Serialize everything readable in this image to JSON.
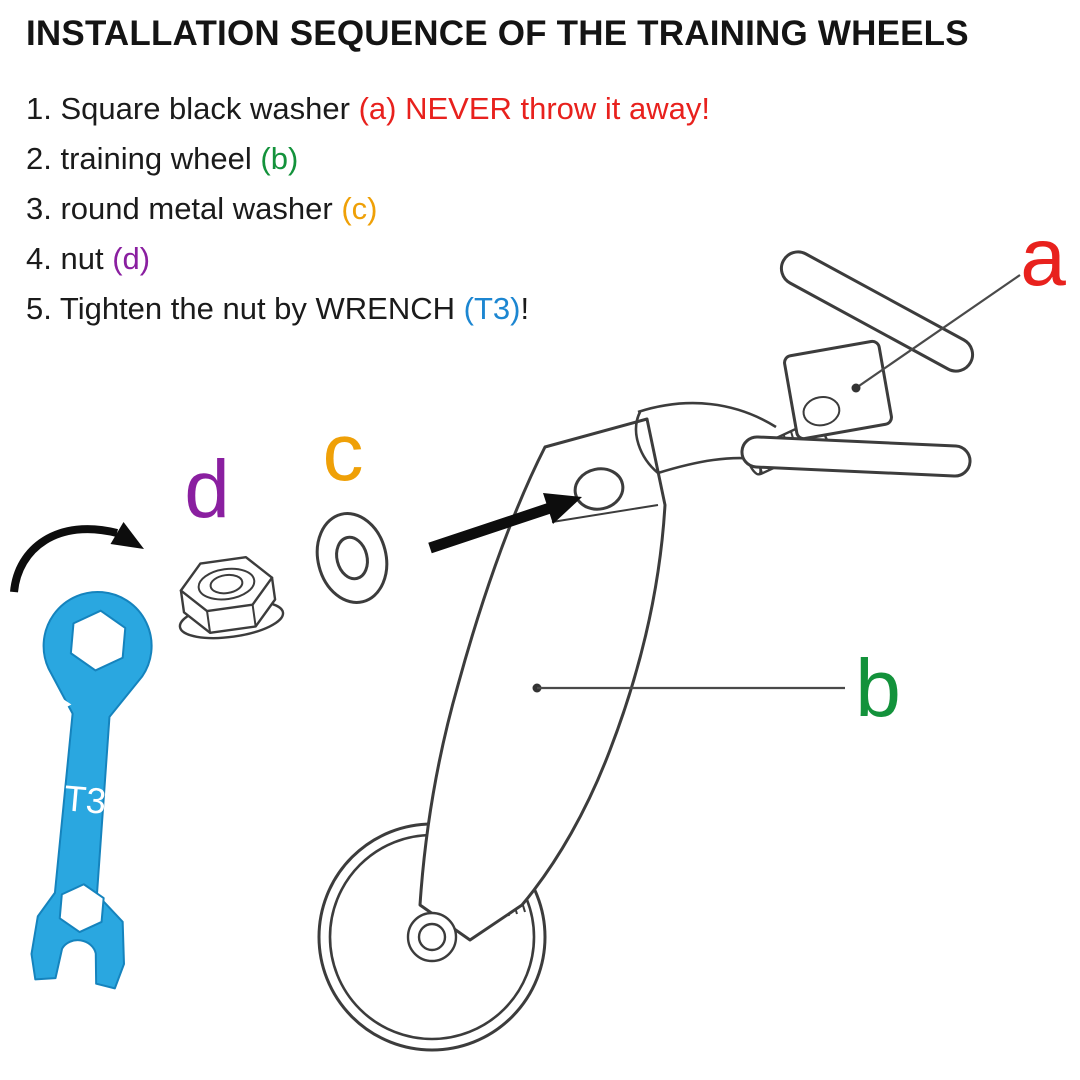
{
  "title": "INSTALLATION SEQUENCE OF THE TRAINING WHEELS",
  "steps": [
    {
      "segments": [
        {
          "text": "1. Square black washer ",
          "color": "#1b1b1b"
        },
        {
          "text": "(a) NEVER throw it away!",
          "color": "#e8211d"
        }
      ]
    },
    {
      "segments": [
        {
          "text": "2. training wheel ",
          "color": "#1b1b1b"
        },
        {
          "text": "(b)",
          "color": "#13923b"
        }
      ]
    },
    {
      "segments": [
        {
          "text": "3. round metal washer ",
          "color": "#1b1b1b"
        },
        {
          "text": "(c)",
          "color": "#efa007"
        }
      ]
    },
    {
      "segments": [
        {
          "text": "4. nut ",
          "color": "#1b1b1b"
        },
        {
          "text": "(d)",
          "color": "#8a1fa0"
        }
      ]
    },
    {
      "segments": [
        {
          "text": "5. Tighten the nut by WRENCH ",
          "color": "#1b1b1b"
        },
        {
          "text": "(T3)",
          "color": "#1c86d1"
        },
        {
          "text": "!",
          "color": "#1b1b1b"
        }
      ]
    }
  ],
  "diagram": {
    "labels": {
      "a": {
        "text": "a",
        "color": "#e8211d"
      },
      "b": {
        "text": "b",
        "color": "#13923b"
      },
      "c": {
        "text": "c",
        "color": "#efa007"
      },
      "d": {
        "text": "d",
        "color": "#8a1fa0"
      },
      "wrench": {
        "text": "T3",
        "color": "#ffffff"
      }
    },
    "wrench_color": "#2aa7e0",
    "line_color": "#3c3c3c"
  }
}
